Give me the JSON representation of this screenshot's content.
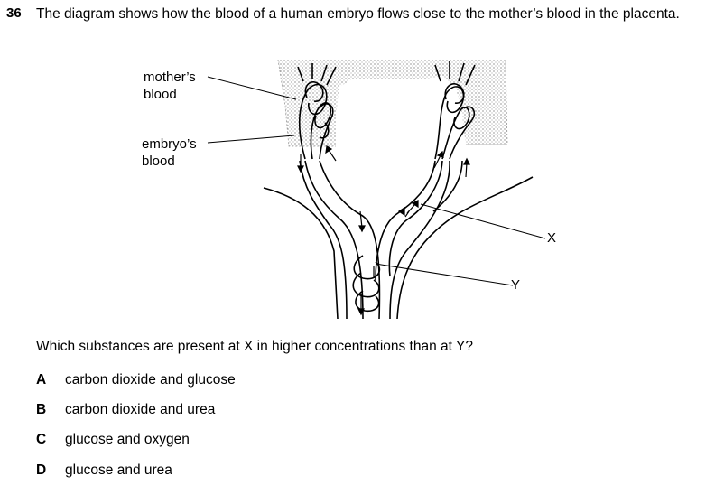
{
  "question": {
    "number": "36",
    "stem": "The diagram shows how the blood of a human embryo flows close to the mother’s blood in the placenta.",
    "prompt": "Which substances are present at X in higher concentrations than at Y?"
  },
  "diagram": {
    "labels": {
      "mothers_blood_line1": "mother’s",
      "mothers_blood_line2": "blood",
      "embryos_blood_line1": "embryo’s",
      "embryos_blood_line2": "blood",
      "x": "X",
      "y": "Y"
    }
  },
  "options": [
    {
      "letter": "A",
      "text": "carbon dioxide and glucose"
    },
    {
      "letter": "B",
      "text": "carbon dioxide and urea"
    },
    {
      "letter": "C",
      "text": "glucose and oxygen"
    },
    {
      "letter": "D",
      "text": "glucose and urea"
    }
  ]
}
